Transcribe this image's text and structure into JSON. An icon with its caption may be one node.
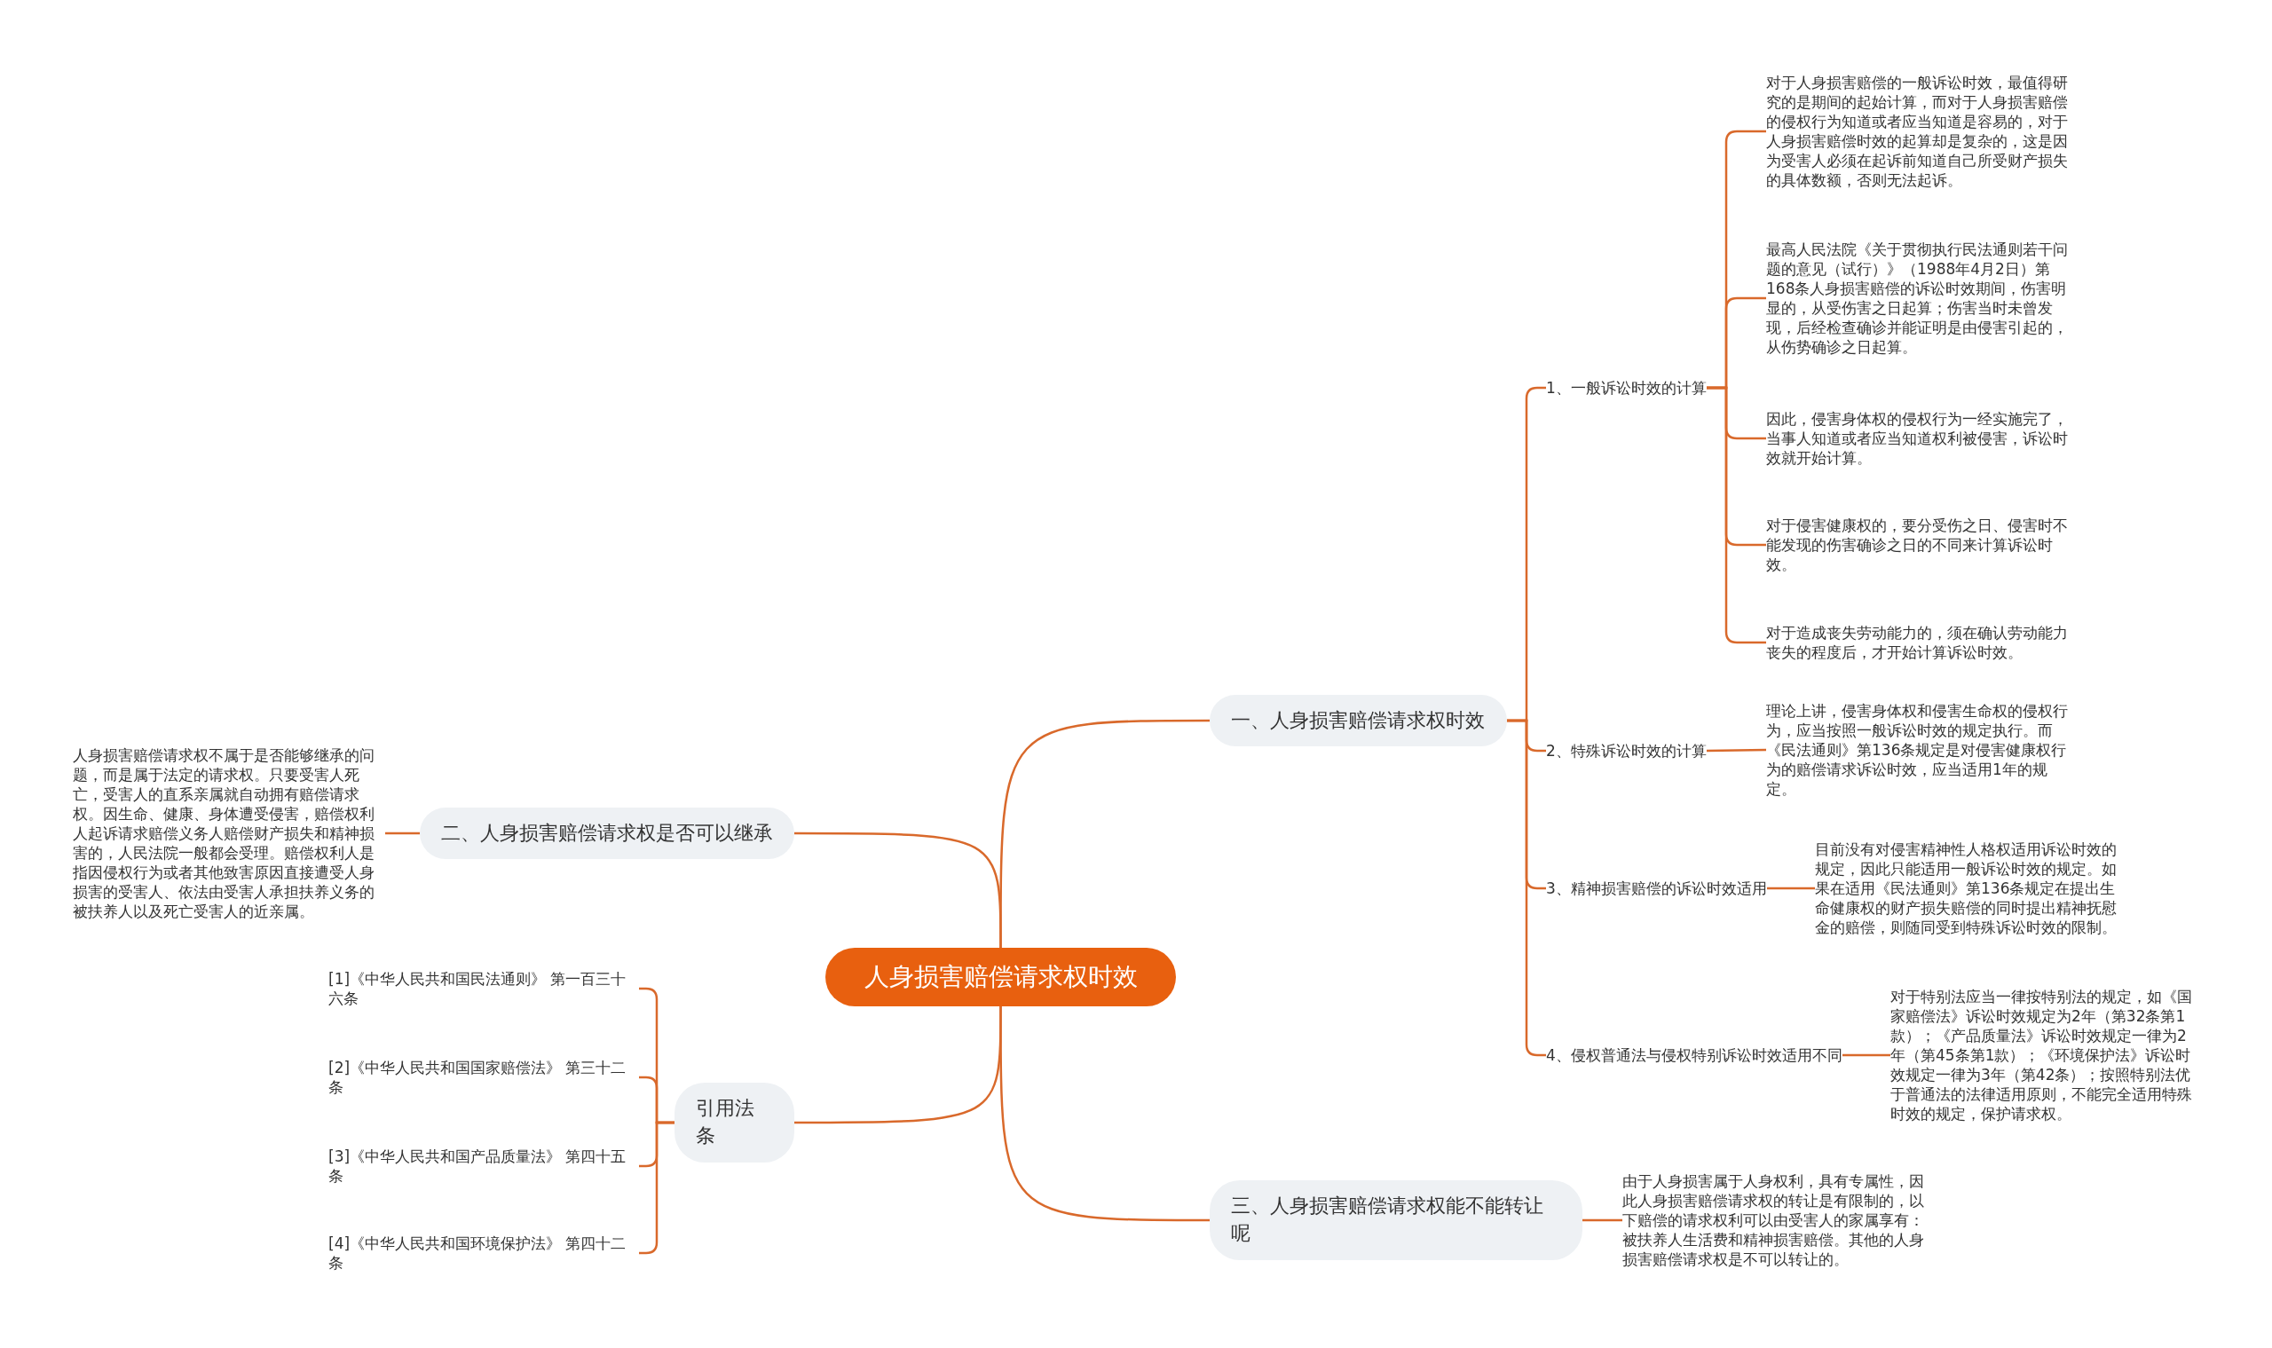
{
  "diagram": {
    "nodes": [
      {
        "text": [
          "人身损害赔偿请求权时效"
        ]
      },
      {
        "text": [
          "一、人身损害赔偿请求权时效"
        ]
      },
      {
        "text": [
          "1、一般诉讼时效的计算"
        ]
      },
      {
        "text": [
          "对于人身损害赔偿的一般诉讼时效，最值得研究的是期间的起始计算，而对于人身损害赔偿的侵权行为知道或者应当知道是容易的，对于人身损害赔偿时效的起算却是复杂的，这是因为受害人必须在起诉前知道自己所受财产损失的具体数额，否则无法起诉。"
        ]
      },
      {
        "text": [
          "最高人民法院《关于贯彻执行民法通则若干问题的意见（试行）》（1988年4月2日）第168条人身损害赔偿的诉讼时效期间，伤害明显的，从受伤害之日起算；伤害当时未曾发现，后经检查确诊并能证明是由侵害引起的，从伤势确诊之日起算。"
        ]
      },
      {
        "text": [
          "因此，侵害身体权的侵权行为一经实施完了，当事人知道或者应当知道权利被侵害，诉讼时效就开始计算。"
        ]
      },
      {
        "text": [
          "对于侵害健康权的，要分受伤之日、侵害时不能发现的伤害确诊之日的不同来计算诉讼时效。"
        ]
      },
      {
        "text": [
          "对于造成丧失劳动能力的，须在确认劳动能力丧失的程度后，才开始计算诉讼时效。"
        ]
      },
      {
        "text": [
          "2、特殊诉讼时效的计算"
        ]
      },
      {
        "text": [
          "理论上讲，侵害身体权和侵害生命权的侵权行为，应当按照一般诉讼时效的规定执行。而《民法通则》第136条规定是对侵害健康权行为的赔偿请求诉讼时效，应当适用1年的规定。"
        ]
      },
      {
        "text": [
          "3、精神损害赔偿的诉讼时效适用"
        ]
      },
      {
        "text": [
          "目前没有对侵害精神性人格权适用诉讼时效的规定，因此只能适用一般诉讼时效的规定。如果在适用《民法通则》第136条规定在提出生命健康权的财产损失赔偿的同时提出精神抚慰金的赔偿，则随同受到特殊诉讼时效的限制。"
        ]
      },
      {
        "text": [
          "4、侵权普通法与侵权特别诉讼时效适用不同"
        ]
      },
      {
        "text": [
          "对于特别法应当一律按特别法的规定，如《国家赔偿法》诉讼时效规定为2年（第32条第1款）；《产品质量法》诉讼时效规定一律为2年（第45条第1款）；《环境保护法》诉讼时效规定一律为3年（第42条）；按照特别法优于普通法的法律适用原则，不能完全适用特殊时效的规定，保护请求权。"
        ]
      },
      {
        "text": [
          "二、人身损害赔偿请求权是否可以继承"
        ]
      },
      {
        "text": [
          "人身损害赔偿请求权不属于是否能够继承的问题，而是属于法定的请求权。只要受害人死亡，受害人的直系亲属就自动拥有赔偿请求权。因生命、健康、身体遭受侵害，赔偿权利人起诉请求赔偿义务人赔偿财产损失和精神损害的，人民法院一般都会受理。赔偿权利人是指因侵权行为或者其他致害原因直接遭受人身损害的受害人、依法由受害人承担扶养义务的被扶养人以及死亡受害人的近亲属。"
        ]
      },
      {
        "text": [
          "引用法条"
        ]
      },
      {
        "text": [
          "[1]《中华人民共和国民法通则》 第一百三十六条"
        ]
      },
      {
        "text": [
          "[2]《中华人民共和国国家赔偿法》 第三十二条"
        ]
      },
      {
        "text": [
          "[3]《中华人民共和国产品质量法》 第四十五条"
        ]
      },
      {
        "text": [
          "[4]《中华人民共和国环境保护法》 第四十二条"
        ]
      },
      {
        "text": [
          "三、人身损害赔偿请求权能不能转让呢"
        ]
      },
      {
        "text": [
          "由于人身损害属于人身权利，具有专属性，因此人身损害赔偿请求权的转让是有限制的，以下赔偿的请求权利可以由受害人的家属享有：被扶养人生活费和精神损害赔偿。其他的人身损害赔偿请求权是不可以转让的。"
        ]
      }
    ],
    "edges": [
      {
        "from": 0,
        "to": 1,
        "arrow": "none"
      },
      {
        "from": 1,
        "to": 2,
        "arrow": "none"
      },
      {
        "from": 2,
        "to": 3,
        "arrow": "none"
      },
      {
        "from": 2,
        "to": 4,
        "arrow": "none"
      },
      {
        "from": 2,
        "to": 5,
        "arrow": "none"
      },
      {
        "from": 2,
        "to": 6,
        "arrow": "none"
      },
      {
        "from": 2,
        "to": 7,
        "arrow": "none"
      },
      {
        "from": 1,
        "to": 8,
        "arrow": "none"
      },
      {
        "from": 8,
        "to": 9,
        "arrow": "none"
      },
      {
        "from": 1,
        "to": 10,
        "arrow": "none"
      },
      {
        "from": 10,
        "to": 11,
        "arrow": "none"
      },
      {
        "from": 1,
        "to": 12,
        "arrow": "none"
      },
      {
        "from": 12,
        "to": 13,
        "arrow": "none"
      },
      {
        "from": 0,
        "to": 14,
        "arrow": "none"
      },
      {
        "from": 14,
        "to": 15,
        "arrow": "none"
      },
      {
        "from": 0,
        "to": 16,
        "arrow": "none"
      },
      {
        "from": 16,
        "to": 17,
        "arrow": "none"
      },
      {
        "from": 16,
        "to": 18,
        "arrow": "none"
      },
      {
        "from": 16,
        "to": 19,
        "arrow": "none"
      },
      {
        "from": 16,
        "to": 20,
        "arrow": "none"
      },
      {
        "from": 0,
        "to": 21,
        "arrow": "none"
      },
      {
        "from": 21,
        "to": 22,
        "arrow": "none"
      }
    ]
  }
}
